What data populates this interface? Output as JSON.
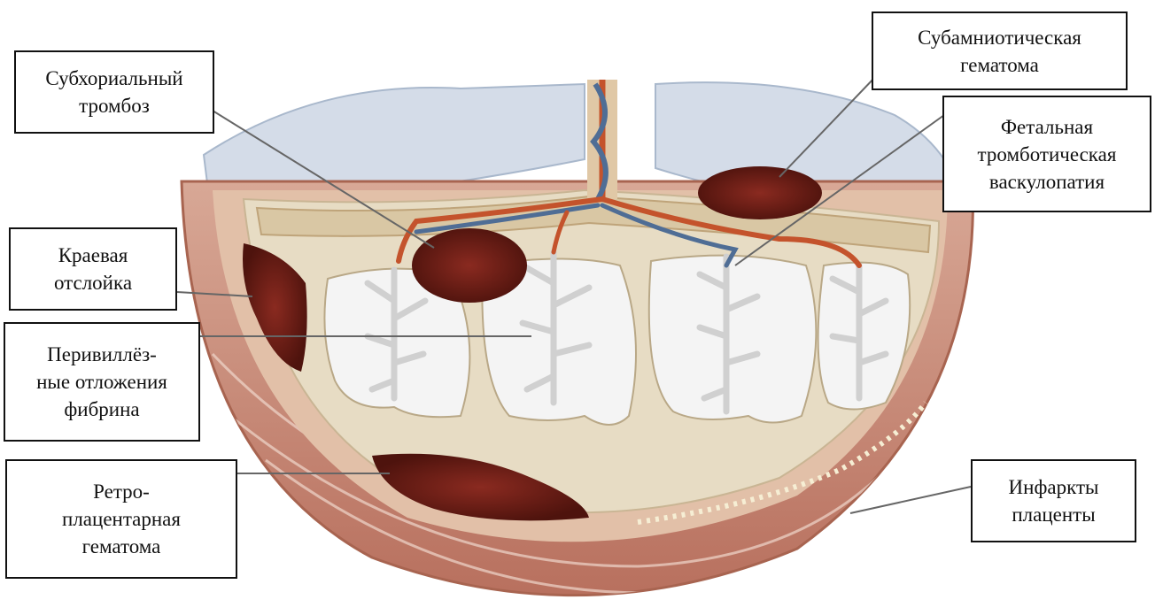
{
  "labels": {
    "subchorial_thrombus": "Субхориальный\nтромбоз",
    "subamniotic_hematoma": "Субамниотическая\nгематома",
    "fetal_vasculopathy": "Фетальная\nтромботическая\nваскулопатия",
    "marginal_abruption": "Краевая\nотслойка",
    "perivillous_fibrin": "Перивиллёз-\nные отложения\nфибрина",
    "retroplacental_hematoma": "Ретро-\nплацентарная\nгематома",
    "placental_infarcts": "Инфаркты\nплаценты"
  },
  "colors": {
    "myometrium": "#c98c78",
    "decidua": "#e2c0a8",
    "intervillous_space": "#e7dcc4",
    "amnion": "#cdd8e6",
    "hematoma": "#6e1e16",
    "artery": "#c4532c",
    "vein": "#4f6d95",
    "villi": "#e6e6e6",
    "leader_line": "#666666"
  }
}
